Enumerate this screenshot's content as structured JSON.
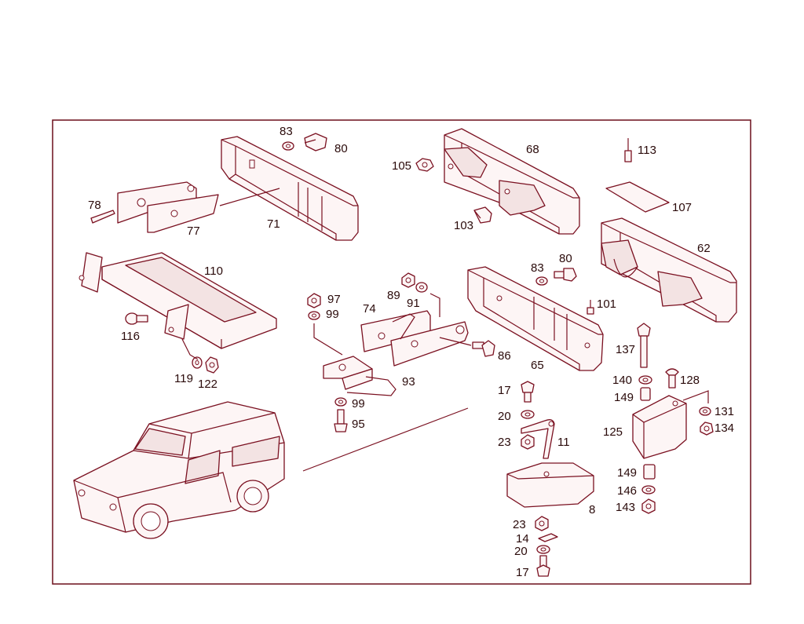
{
  "diagram": {
    "colors": {
      "line": "#7a1020",
      "frame": "#6b0f1a",
      "label": "#2a0a0a",
      "background": "#ffffff"
    },
    "labels": {
      "l83a": "83",
      "l80a": "80",
      "l78": "78",
      "l77": "77",
      "l71": "71",
      "l105": "105",
      "l68": "68",
      "l103": "103",
      "l113": "113",
      "l107": "107",
      "l62": "62",
      "l110": "110",
      "l116": "116",
      "l119": "119",
      "l122": "122",
      "l97": "97",
      "l99a": "99",
      "l74": "74",
      "l89": "89",
      "l91": "91",
      "l93": "93",
      "l99b": "99",
      "l95": "95",
      "l83b": "83",
      "l80b": "80",
      "l101": "101",
      "l86": "86",
      "l65": "65",
      "l137": "137",
      "l140": "140",
      "l128": "128",
      "l149a": "149",
      "l131": "131",
      "l134": "134",
      "l125": "125",
      "l17a": "17",
      "l20a": "20",
      "l11": "11",
      "l23a": "23",
      "l149b": "149",
      "l146": "146",
      "l143": "143",
      "l8": "8",
      "l23b": "23",
      "l14": "14",
      "l20b": "20",
      "l17b": "17"
    }
  }
}
